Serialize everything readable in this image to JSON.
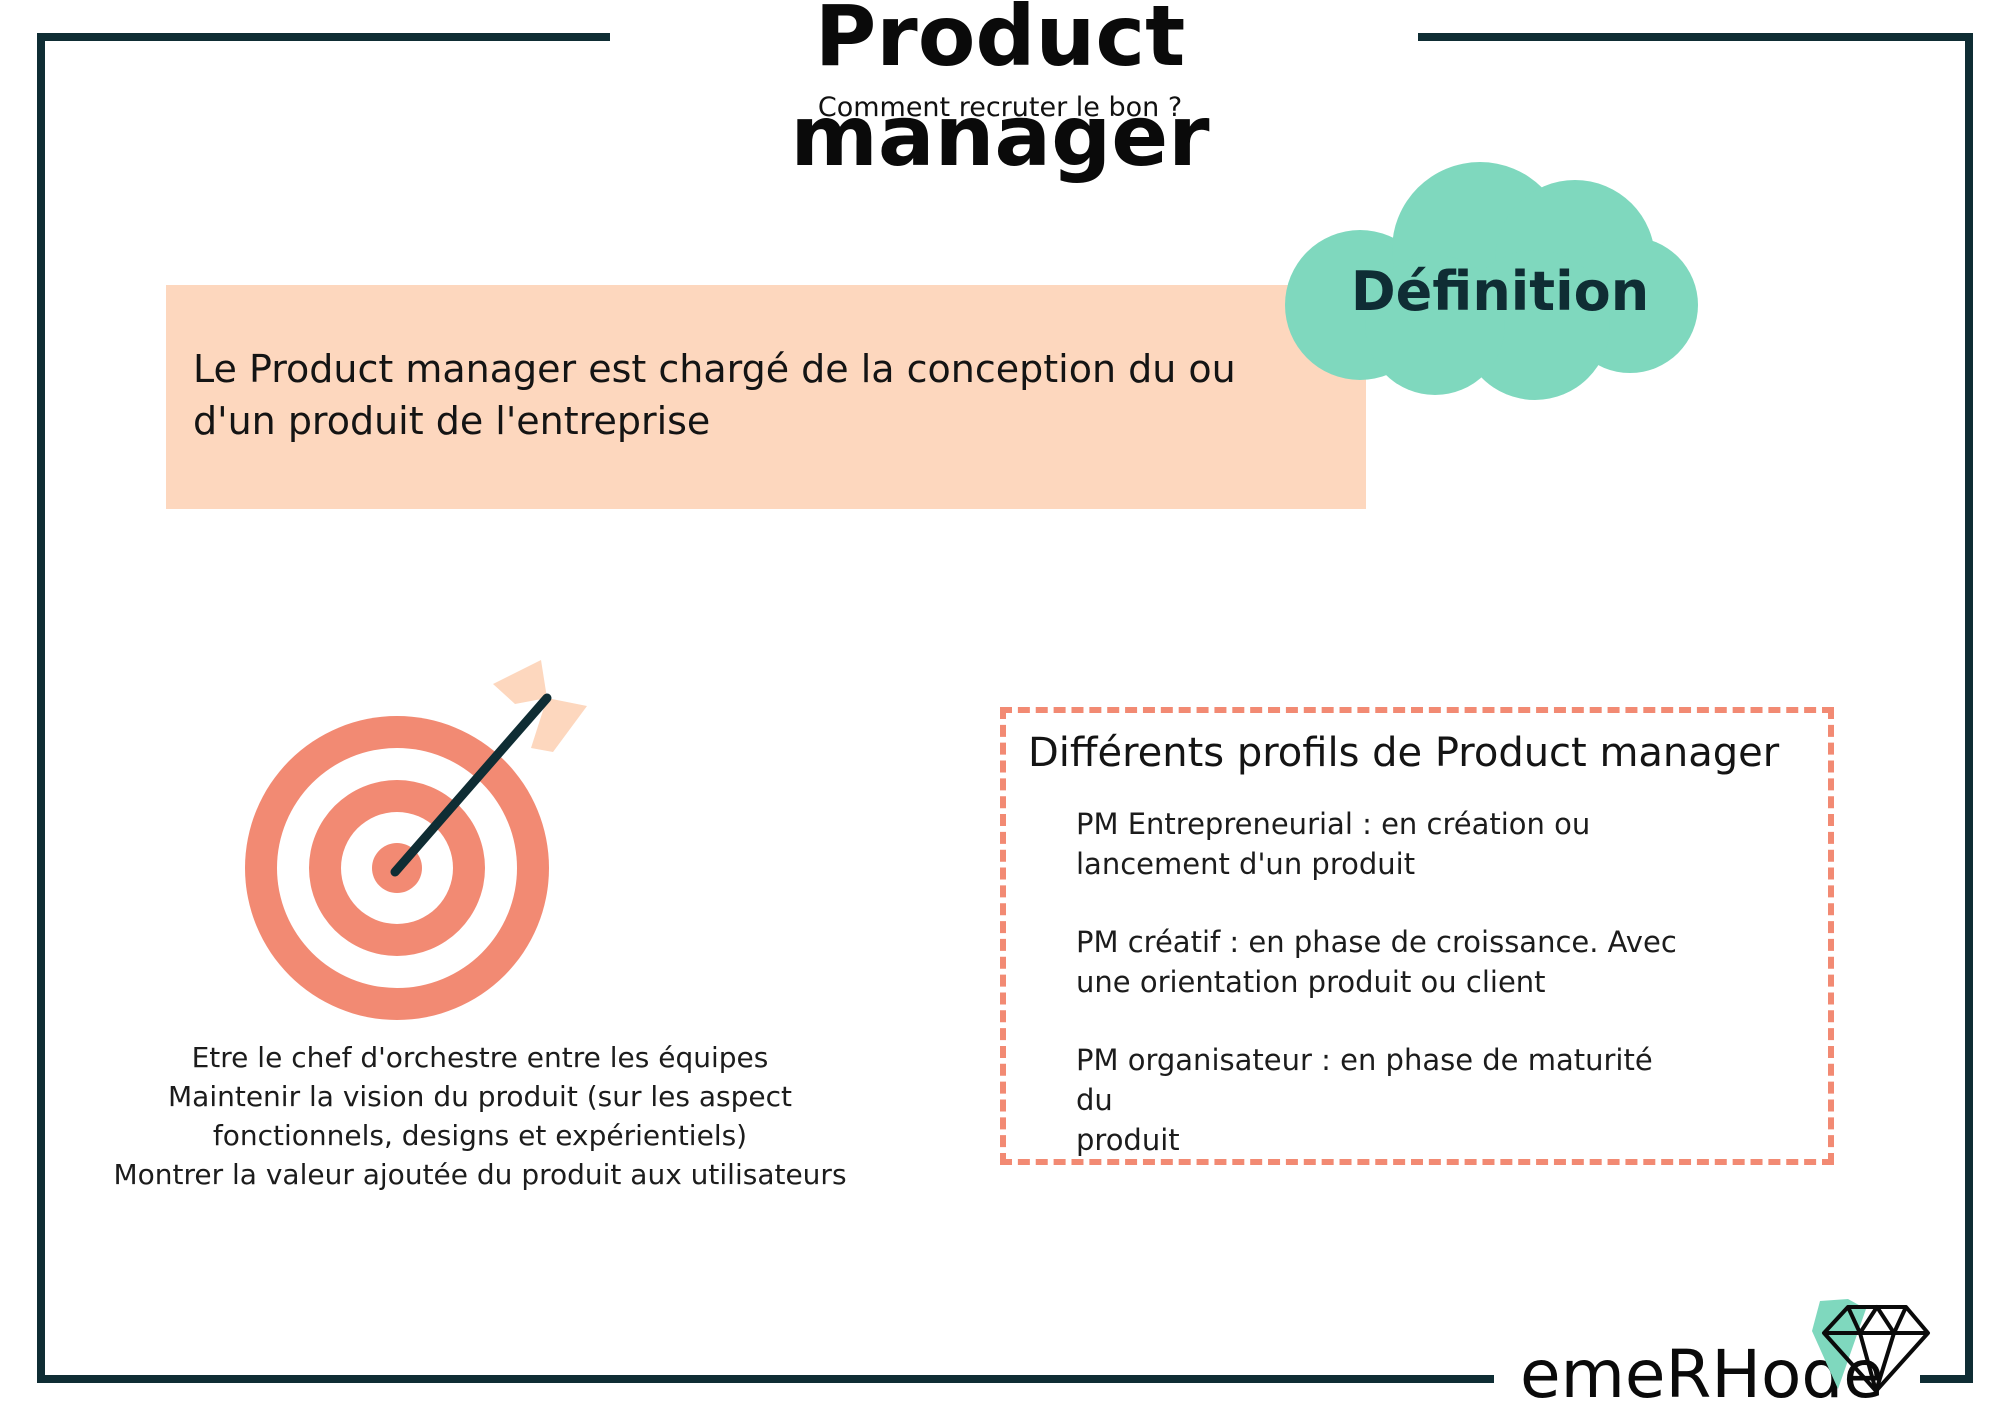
{
  "header": {
    "title": "Product manager",
    "subtitle": "Comment recruter le bon ?"
  },
  "definition": {
    "badge_label": "Définition",
    "text": "Le Product manager est chargé de la conception du ou d'un produit de l'entreprise"
  },
  "missions": {
    "icon": "target-with-arrow-icon",
    "lines": [
      "Etre le chef d'orchestre entre les équipes",
      "Maintenir la vision du produit (sur les aspect",
      "fonctionnels, designs et expérientiels)",
      "Montrer la valeur ajoutée du produit aux utilisateurs"
    ]
  },
  "profiles": {
    "title": "Différents profils de Product manager",
    "items": [
      {
        "line1": "PM Entrepreneurial : en création ou",
        "line2": "lancement d'un produit"
      },
      {
        "line1": "PM créatif : en phase de croissance. Avec",
        "line2": "une orientation produit ou client"
      },
      {
        "line1": "PM organisateur : en phase de maturité du",
        "line2": "produit"
      }
    ]
  },
  "brand": {
    "name": "emeRHode",
    "icon": "diamond-icon"
  },
  "colors": {
    "frame": "#0f2d34",
    "peach": "#fdd7be",
    "mint": "#7fd8be",
    "coral": "#f28a73"
  }
}
